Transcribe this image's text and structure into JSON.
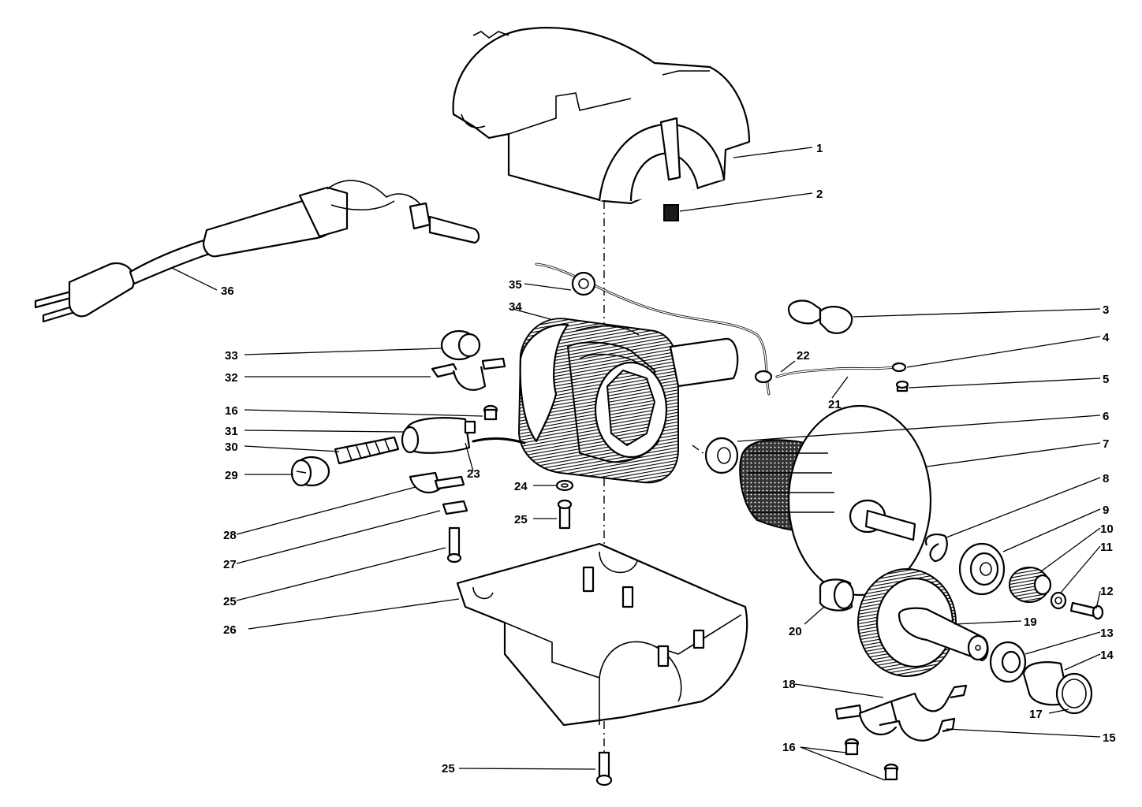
{
  "callouts": [
    {
      "id": "c1",
      "label": "1"
    },
    {
      "id": "c2",
      "label": "2"
    },
    {
      "id": "c3",
      "label": "3"
    },
    {
      "id": "c4",
      "label": "4"
    },
    {
      "id": "c5",
      "label": "5"
    },
    {
      "id": "c6",
      "label": "6"
    },
    {
      "id": "c7",
      "label": "7"
    },
    {
      "id": "c8",
      "label": "8"
    },
    {
      "id": "c9",
      "label": "9"
    },
    {
      "id": "c10",
      "label": "10"
    },
    {
      "id": "c11",
      "label": "11"
    },
    {
      "id": "c12",
      "label": "12"
    },
    {
      "id": "c13",
      "label": "13"
    },
    {
      "id": "c14",
      "label": "14"
    },
    {
      "id": "c15",
      "label": "15"
    },
    {
      "id": "c16a",
      "label": "16"
    },
    {
      "id": "c16b",
      "label": "16"
    },
    {
      "id": "c17",
      "label": "17"
    },
    {
      "id": "c18",
      "label": "18"
    },
    {
      "id": "c19",
      "label": "19"
    },
    {
      "id": "c20",
      "label": "20"
    },
    {
      "id": "c21",
      "label": "21"
    },
    {
      "id": "c22",
      "label": "22"
    },
    {
      "id": "c23",
      "label": "23"
    },
    {
      "id": "c24",
      "label": "24"
    },
    {
      "id": "c25a",
      "label": "25"
    },
    {
      "id": "c25b",
      "label": "25"
    },
    {
      "id": "c25c",
      "label": "25"
    },
    {
      "id": "c26",
      "label": "26"
    },
    {
      "id": "c27",
      "label": "27"
    },
    {
      "id": "c28",
      "label": "28"
    },
    {
      "id": "c29",
      "label": "29"
    },
    {
      "id": "c30",
      "label": "30"
    },
    {
      "id": "c31",
      "label": "31"
    },
    {
      "id": "c32",
      "label": "32"
    },
    {
      "id": "c33",
      "label": "33"
    },
    {
      "id": "c34",
      "label": "34"
    },
    {
      "id": "c35",
      "label": "35"
    },
    {
      "id": "c36",
      "label": "36"
    }
  ]
}
